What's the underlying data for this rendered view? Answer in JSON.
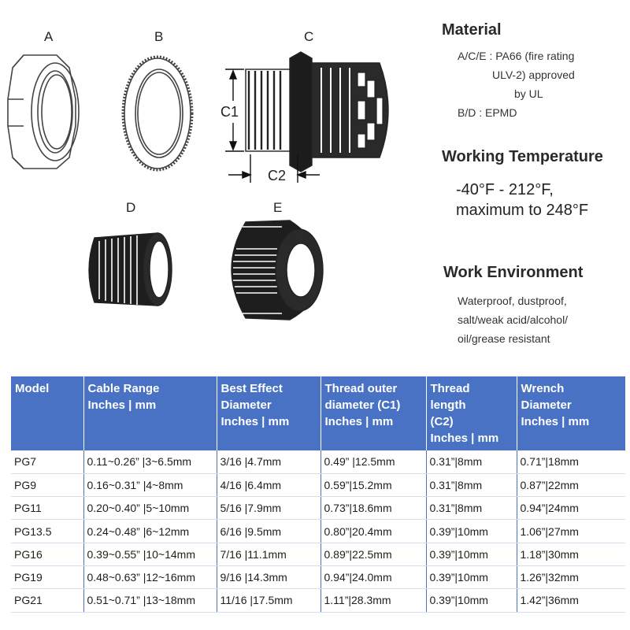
{
  "parts": {
    "a_label": "A",
    "b_label": "B",
    "c_label": "C",
    "d_label": "D",
    "e_label": "E",
    "c1_label": "C1",
    "c2_label": "C2"
  },
  "specs": {
    "material_title": "Material",
    "material_line1": "A/C/E : PA66 (fire rating",
    "material_line2": "ULV-2) approved",
    "material_line3": "by UL",
    "material_line4": "B/D : EPMD",
    "temp_title": "Working Temperature",
    "temp_line1": "-40°F - 212°F,",
    "temp_line2": "maximum to 248°F",
    "env_title": "Work Environment",
    "env_line1": "Waterproof, dustproof,",
    "env_line2": "salt/weak acid/alcohol/",
    "env_line3": "oil/grease  resistant"
  },
  "table": {
    "headers": [
      [
        "Model"
      ],
      [
        "Cable Range",
        "Inches | mm"
      ],
      [
        "Best Effect",
        "Diameter",
        "Inches | mm"
      ],
      [
        "Thread outer",
        "diameter (C1)",
        "Inches | mm"
      ],
      [
        "Thread",
        "length",
        "(C2)",
        "Inches | mm"
      ],
      [
        "Wrench",
        "Diameter",
        "Inches | mm"
      ]
    ],
    "rows": [
      [
        "PG7",
        "0.11~0.26” |3~6.5mm",
        "3/16 |4.7mm",
        "0.49” |12.5mm",
        "0.31”|8mm",
        "0.71”|18mm"
      ],
      [
        "PG9",
        "0.16~0.31” |4~8mm",
        "4/16 |6.4mm",
        "0.59”|15.2mm",
        "0.31”|8mm",
        "0.87”|22mm"
      ],
      [
        "PG11",
        "0.20~0.40” |5~10mm",
        "5/16 |7.9mm",
        "0.73”|18.6mm",
        "0.31”|8mm",
        "0.94”|24mm"
      ],
      [
        "PG13.5",
        "0.24~0.48” |6~12mm",
        "6/16 |9.5mm",
        "0.80”|20.4mm",
        "0.39”|10mm",
        "1.06”|27mm"
      ],
      [
        "PG16",
        "0.39~0.55” |10~14mm",
        "7/16 |11.1mm",
        "0.89”|22.5mm",
        "0.39”|10mm",
        "1.18”|30mm"
      ],
      [
        "PG19",
        "0.48~0.63” |12~16mm",
        "9/16 |14.3mm",
        "0.94”|24.0mm",
        "0.39”|10mm",
        "1.26”|32mm"
      ],
      [
        "PG21",
        "0.51~0.71” |13~18mm",
        "11/16 |17.5mm",
        "1.11”|28.3mm",
        "0.39”|10mm",
        "1.42”|36mm"
      ]
    ]
  },
  "colors": {
    "header_bg": "#4a72c4",
    "header_text": "#ffffff"
  }
}
